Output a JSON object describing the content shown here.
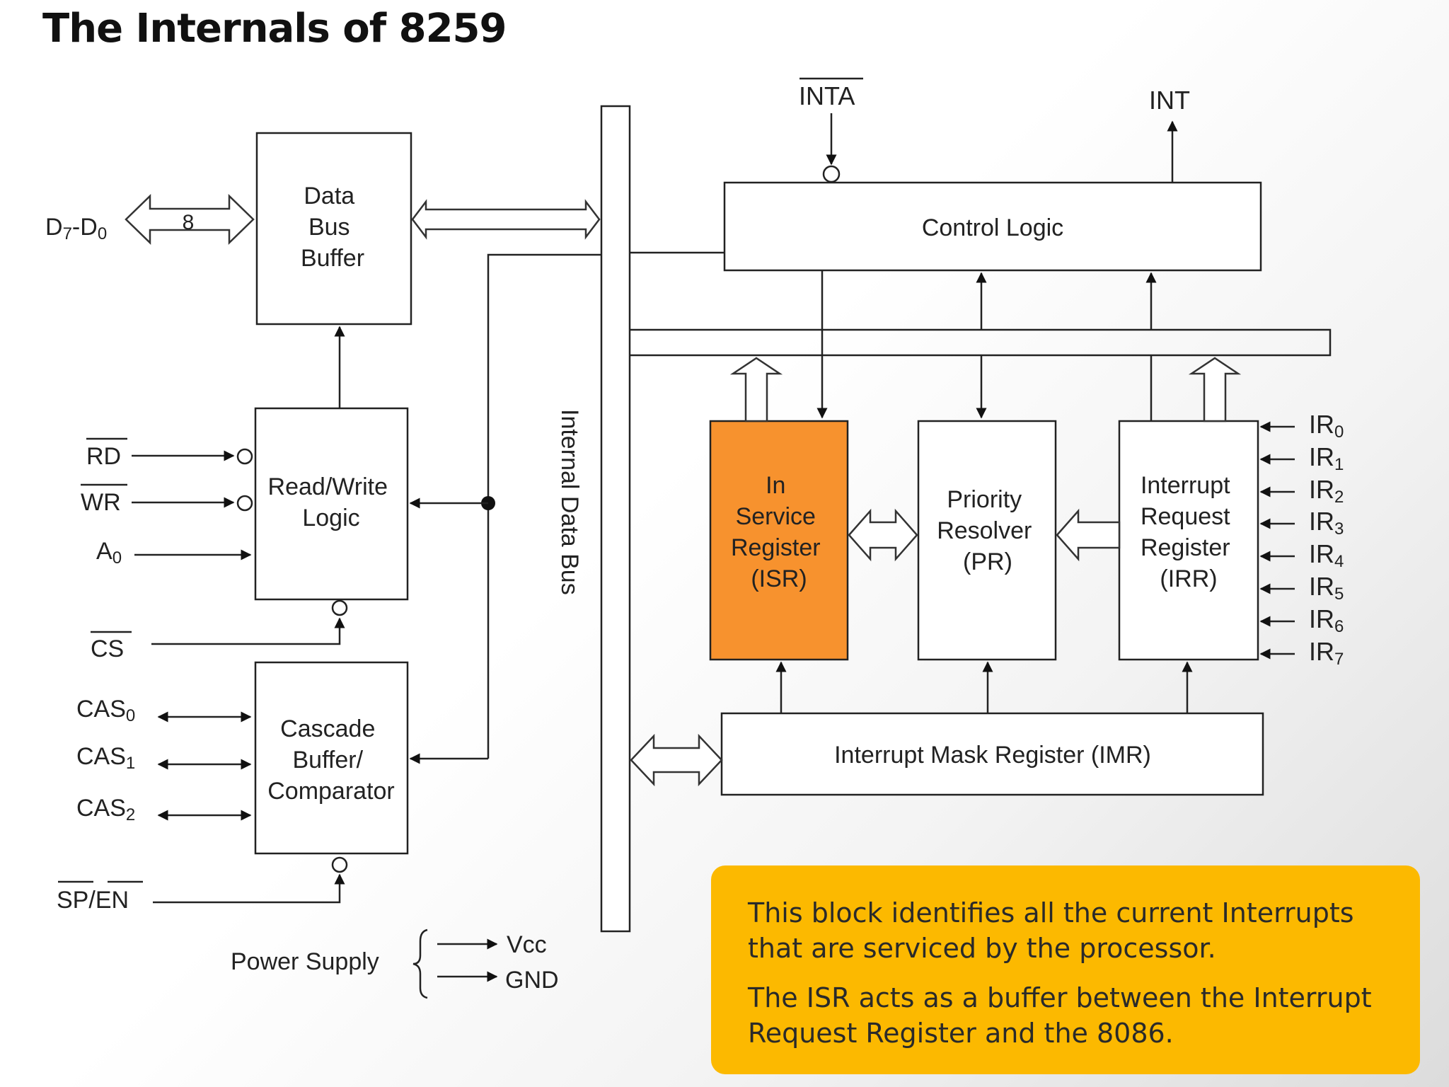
{
  "title": "The Internals of 8259",
  "blocks": {
    "data_bus_buffer": [
      "Data",
      "Bus",
      "Buffer"
    ],
    "read_write_logic": [
      "Read/Write",
      "Logic"
    ],
    "cascade_buffer": [
      "Cascade",
      "Buffer/",
      "Comparator"
    ],
    "control_logic": "Control Logic",
    "isr": [
      "In",
      "Service",
      "Register",
      "(ISR)"
    ],
    "pr": [
      "Priority",
      "Resolver",
      "(PR)"
    ],
    "irr": [
      "Interrupt",
      "Request",
      "Register",
      "(IRR)"
    ],
    "imr": "Interrupt Mask Register (IMR)",
    "internal_bus": "Internal Data Bus"
  },
  "signals": {
    "data_main": "D",
    "data_sub1": "7",
    "data_dash": "-D",
    "data_sub2": "0",
    "data_width": "8",
    "rd": "RD",
    "wr": "WR",
    "a0_main": "A",
    "a0_sub": "0",
    "cs": "CS",
    "cas": [
      {
        "main": "CAS",
        "sub": "0"
      },
      {
        "main": "CAS",
        "sub": "1"
      },
      {
        "main": "CAS",
        "sub": "2"
      }
    ],
    "sp": "SP",
    "slash": "/",
    "en": "EN",
    "inta": "INTA",
    "int": "INT",
    "ir": [
      {
        "main": "IR",
        "sub": "0"
      },
      {
        "main": "IR",
        "sub": "1"
      },
      {
        "main": "IR",
        "sub": "2"
      },
      {
        "main": "IR",
        "sub": "3"
      },
      {
        "main": "IR",
        "sub": "4"
      },
      {
        "main": "IR",
        "sub": "5"
      },
      {
        "main": "IR",
        "sub": "6"
      },
      {
        "main": "IR",
        "sub": "7"
      }
    ],
    "power_supply": "Power Supply",
    "vcc": "Vcc",
    "gnd": "GND"
  },
  "callout": {
    "line1": "This block identifies all the current Interrupts that are serviced  by the processor.",
    "line2": "The ISR acts as a buffer between the Interrupt Request Register and the 8086."
  },
  "colors": {
    "isr_fill": "#f7922e",
    "callout_bg": "#fcb900"
  }
}
